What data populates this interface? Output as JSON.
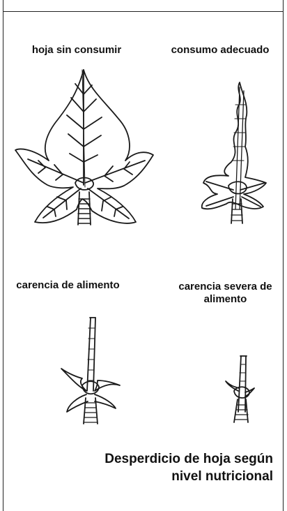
{
  "labels": {
    "uneaten": "hoja sin consumir",
    "adequate": "consumo adecuado",
    "lack": "carencia de alimento",
    "severe_line1": "carencia severa de",
    "severe_line2": "alimento"
  },
  "caption": {
    "line1": "Desperdicio de hoja según",
    "line2": "nivel nutricional"
  }
}
